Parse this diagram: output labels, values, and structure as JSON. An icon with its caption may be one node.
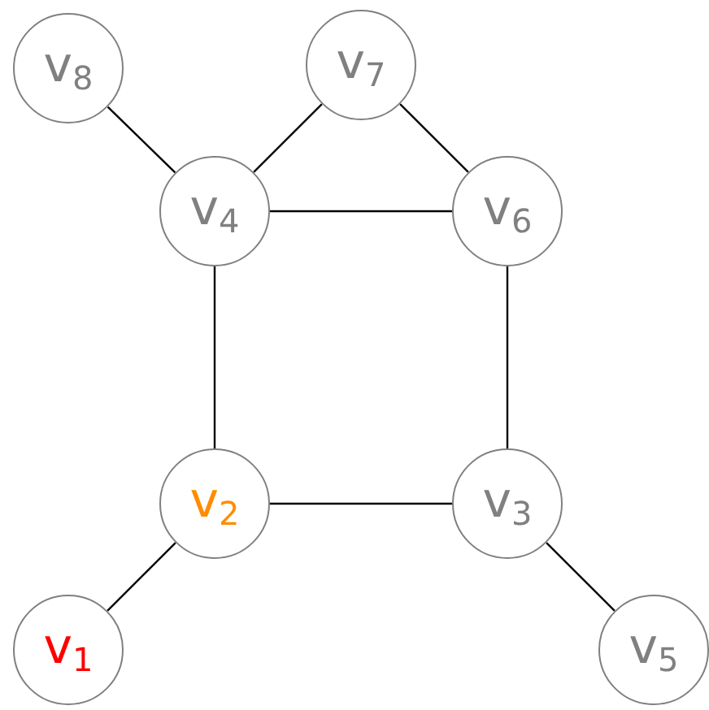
{
  "diagram": {
    "nodes": [
      {
        "text": [
          "v$_{8}$"
        ]
      },
      {
        "text": [
          "v$_{7}$"
        ]
      },
      {
        "text": [
          "v$_{4}$"
        ]
      },
      {
        "text": [
          "v$_{6}$"
        ]
      },
      {
        "text": [
          "v$_{2}$"
        ]
      },
      {
        "text": [
          "v$_{3}$"
        ]
      },
      {
        "text": [
          "v$_{1}$"
        ]
      },
      {
        "text": [
          "v$_{5}$"
        ]
      }
    ],
    "edges": [
      {
        "from": 0,
        "to": 2,
        "arrow": "none"
      },
      {
        "from": 1,
        "to": 2,
        "arrow": "none"
      },
      {
        "from": 1,
        "to": 3,
        "arrow": "none"
      },
      {
        "from": 2,
        "to": 3,
        "arrow": "none"
      },
      {
        "from": 2,
        "to": 4,
        "arrow": "none"
      },
      {
        "from": 3,
        "to": 5,
        "arrow": "none"
      },
      {
        "from": 4,
        "to": 5,
        "arrow": "none"
      },
      {
        "from": 4,
        "to": 6,
        "arrow": "none"
      },
      {
        "from": 5,
        "to": 7,
        "arrow": "none"
      }
    ]
  }
}
